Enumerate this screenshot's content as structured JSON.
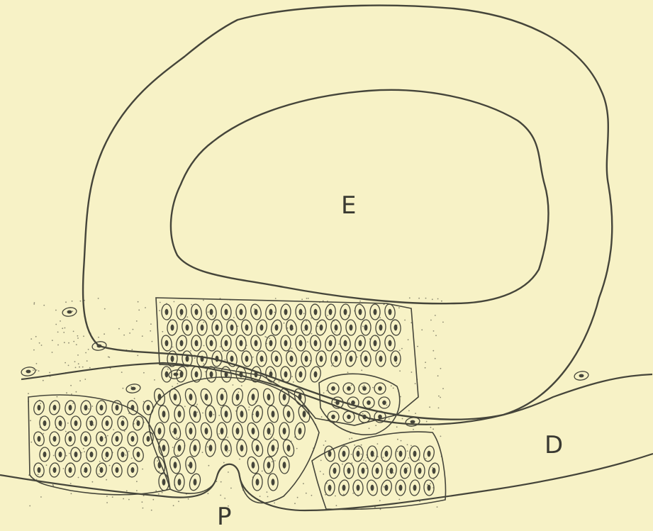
{
  "figure": {
    "labels": {
      "e": "E",
      "d": "D",
      "p": "P"
    },
    "colors": {
      "background": "#f7f2c6",
      "ink": "#45453a"
    }
  }
}
